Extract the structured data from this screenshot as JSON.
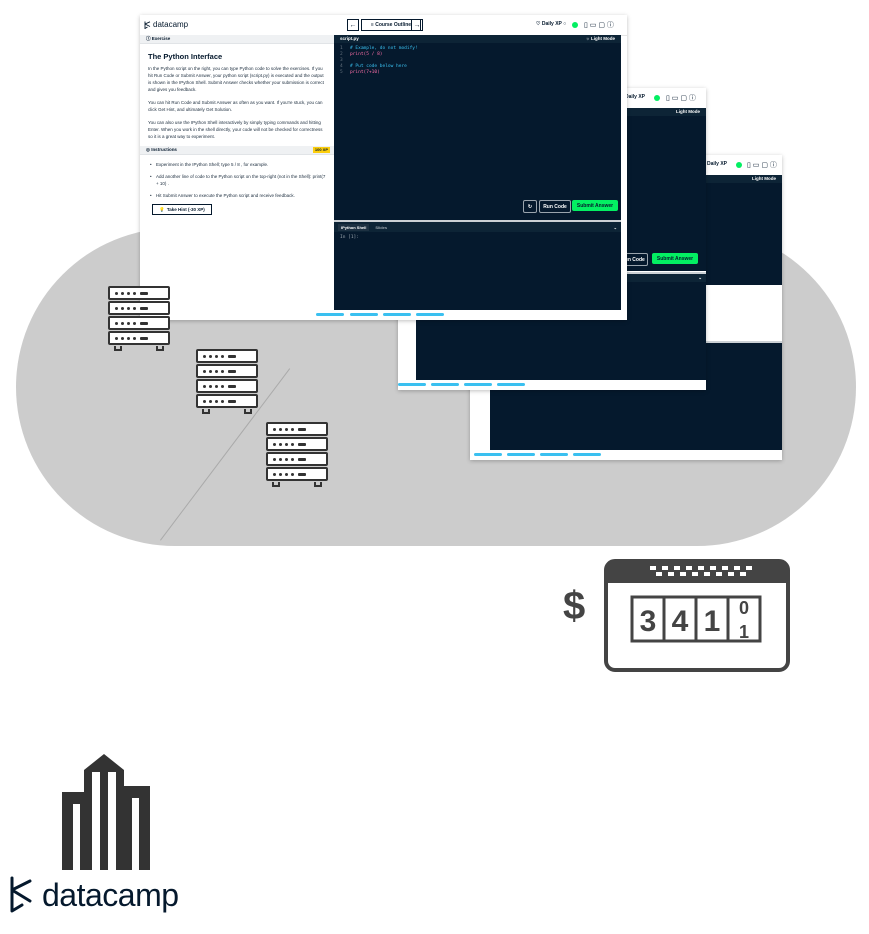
{
  "brand": {
    "name": "datacamp",
    "color": "#05192d"
  },
  "colors": {
    "green": "#03ef62",
    "navy": "#05192d",
    "blue": "#3ac0f0",
    "cloud": "#cccccc"
  },
  "screenshot": {
    "brand": "datacamp",
    "course_outline": "Course Outline",
    "daily_xp": "Daily XP",
    "exercise_label": "Exercise",
    "title": "The Python Interface",
    "paragraphs": [
      "In the Python script on the right, you can type Python code to solve the exercises. If you hit Run Code or Submit Answer, your python script (script.py) is executed and the output is shown in the IPython Shell. Submit Answer checks whether your submission is correct and gives you feedback.",
      "You can hit Run Code and Submit Answer as often as you want. If you're stuck, you can click Get Hint, and ultimately Get Solution.",
      "You can also use the IPython Shell interactively by simply typing commands and hitting Enter. When you work in the shell directly, your code will not be checked for correctness so it is a great way to experiment."
    ],
    "instructions_label": "Instructions",
    "xp_badge": "100 XP",
    "instructions": [
      "Experiment in the IPython Shell; type 5 / 8 , for example.",
      "Add another line of code to the Python script on the top-right (not in the Shell): print(7 + 10) .",
      "Hit Submit Answer to execute the Python script and receive feedback."
    ],
    "hint_button": "Take Hint (-30 XP)",
    "file_tab": "script.py",
    "light_mode": "Light Mode",
    "code_lines": [
      {
        "n": "1",
        "text": "# Example, do not modify!",
        "kind": "comment"
      },
      {
        "n": "2",
        "text": "print(5 / 8)",
        "kind": "code"
      },
      {
        "n": "3",
        "text": "",
        "kind": "code"
      },
      {
        "n": "4",
        "text": "# Put code below here",
        "kind": "comment"
      },
      {
        "n": "5",
        "text": "print(7+10)",
        "kind": "code"
      }
    ],
    "run_code": "Run Code",
    "submit_answer": "Submit Answer",
    "shell_tab": "IPython Shell",
    "slides_tab": "Slides",
    "shell_prompt": "In [1]:"
  },
  "meter": {
    "prefix": "$",
    "digits": [
      "3",
      "4",
      "1"
    ],
    "rolling_digits": [
      "0",
      "1"
    ]
  },
  "icons": [
    "server-rack-icon",
    "dollar-sign-icon",
    "cost-meter-icon",
    "building-icon",
    "datacamp-logo-icon"
  ]
}
